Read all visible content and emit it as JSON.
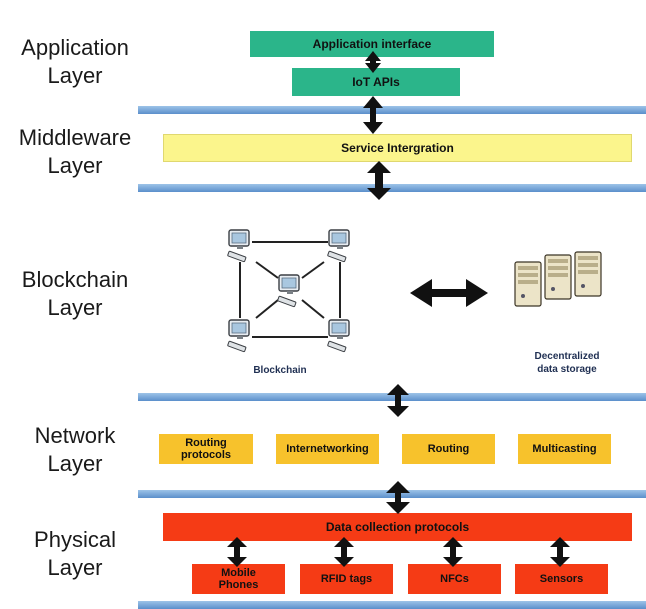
{
  "layers": {
    "application": "Application\nLayer",
    "middleware": "Middleware\nLayer",
    "blockchain": "Blockchain\nLayer",
    "network": "Network\nLayer",
    "physical": "Physical\nLayer"
  },
  "application": {
    "interface": "Application interface",
    "apis": "IoT APIs"
  },
  "middleware": {
    "service": "Service Intergration"
  },
  "blockchain": {
    "network_caption": "Blockchain",
    "storage_caption": "Decentralized\ndata storage"
  },
  "network": {
    "items": [
      "Routing\nprotocols",
      "Internetworking",
      "Routing",
      "Multicasting"
    ]
  },
  "physical": {
    "protocols": "Data collection protocols",
    "devices": [
      "Mobile\nPhones",
      "RFID tags",
      "NFCs",
      "Sensors"
    ]
  },
  "colors": {
    "green": "#2bb58a",
    "yellow": "#fbf58c",
    "orange": "#f7c22c",
    "red": "#f53b15",
    "separator": "#7aa7d8"
  }
}
